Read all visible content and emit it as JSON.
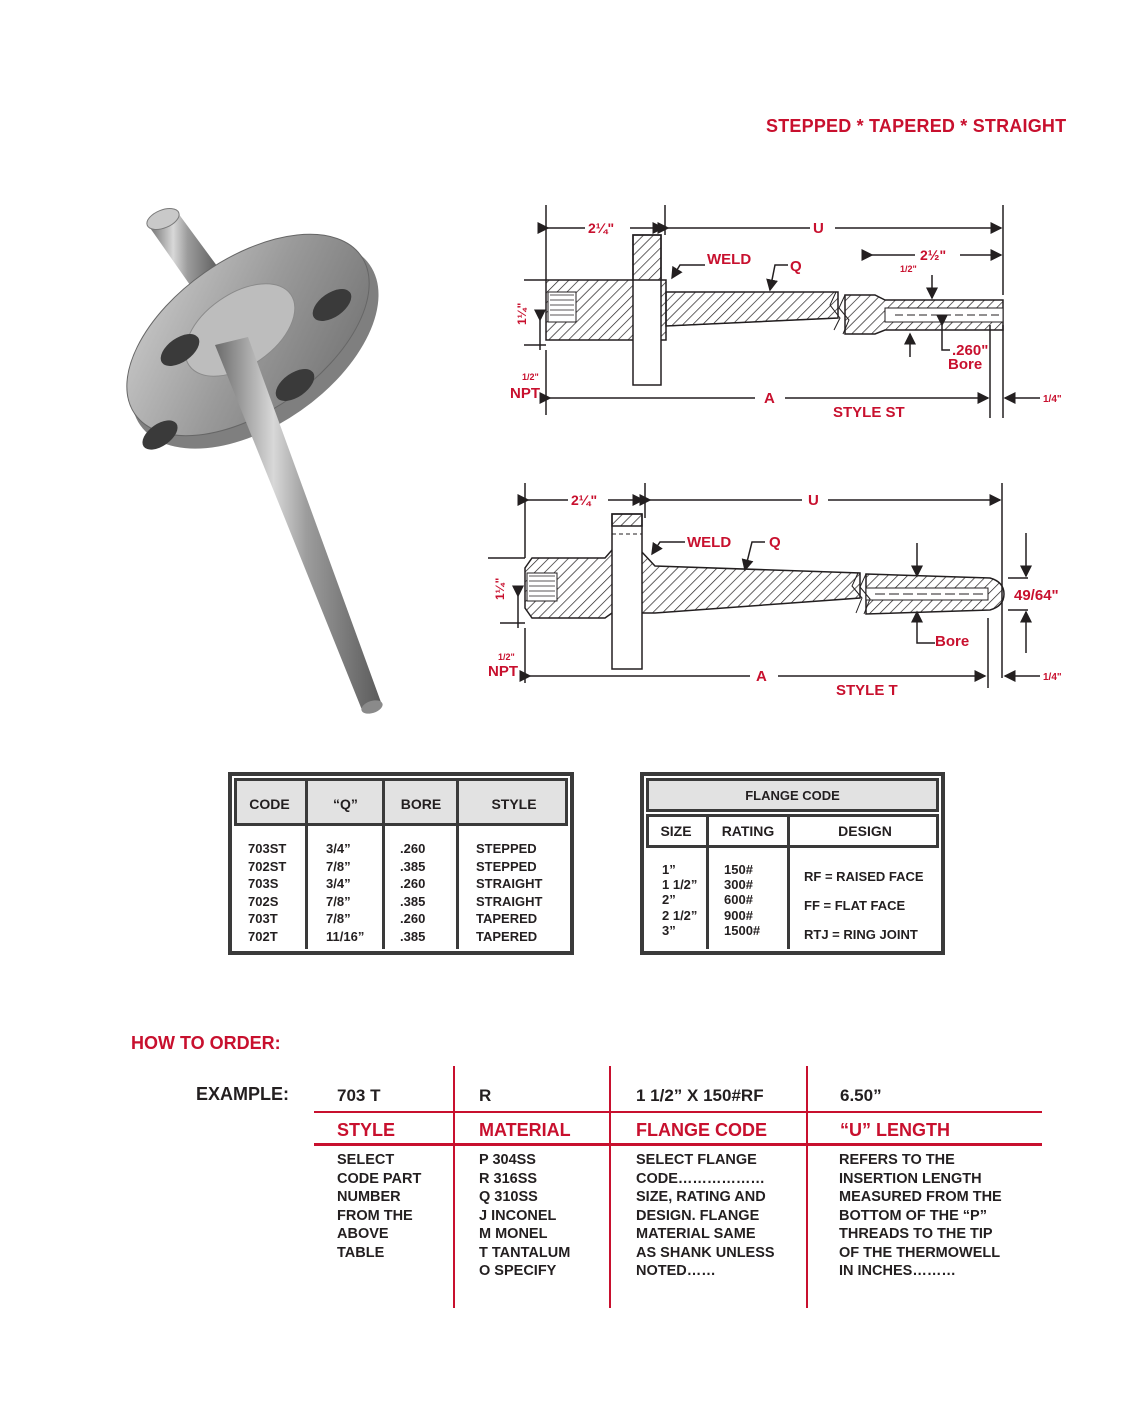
{
  "header": {
    "tagline": "STEPPED * TAPERED * STRAIGHT"
  },
  "photo": {
    "subject": "flanged thermowell"
  },
  "diagram_st": {
    "dim_flange": "2¼\"",
    "dim_u": "U",
    "dim_tip": "2½\"",
    "dim_half": "1/2\"",
    "dim_shank": "1¼\"",
    "label_weld": "WELD",
    "label_q": "Q",
    "label_bore_val": ".260\"",
    "label_bore": "Bore",
    "label_npt_size": "1/2\"",
    "label_npt": "NPT",
    "label_a": "A",
    "label_quarter": "1/4\"",
    "style": "STYLE ST"
  },
  "diagram_t": {
    "dim_flange": "2¼\"",
    "dim_u": "U",
    "dim_shank": "1¼\"",
    "label_weld": "WELD",
    "label_q": "Q",
    "label_tip": "49/64\"",
    "label_bore": "Bore",
    "label_npt_size": "1/2\"",
    "label_npt": "NPT",
    "label_a": "A",
    "label_quarter": "1/4\"",
    "style": "STYLE  T"
  },
  "code_table": {
    "headers": [
      "CODE",
      "“Q”",
      "BORE",
      "STYLE"
    ],
    "codes": [
      "703ST",
      "702ST",
      "703S",
      "702S",
      "703T",
      "702T"
    ],
    "q": [
      "3/4”",
      "7/8”",
      "3/4”",
      "7/8”",
      "7/8”",
      "11/16”"
    ],
    "bore": [
      ".260",
      ".385",
      ".260",
      ".385",
      ".260",
      ".385"
    ],
    "style": [
      "STEPPED",
      "STEPPED",
      "STRAIGHT",
      "STRAIGHT",
      "TAPERED",
      "TAPERED"
    ]
  },
  "flange_table": {
    "title": "FLANGE CODE",
    "headers": [
      "SIZE",
      "RATING",
      "DESIGN"
    ],
    "sizes": [
      "1”",
      "1 1/2”",
      "2”",
      "2 1/2”",
      "3”"
    ],
    "ratings": [
      "150#",
      "300#",
      "600#",
      "900#",
      "1500#"
    ],
    "designs": [
      "RF = RAISED FACE",
      "FF = FLAT FACE",
      "RTJ = RING JOINT"
    ]
  },
  "order": {
    "title": "HOW TO ORDER:",
    "example_label": "EXAMPLE:",
    "example_values": [
      "703 T",
      "R",
      "1 1/2” X 150#RF",
      "6.50”"
    ],
    "headings": [
      "STYLE",
      "MATERIAL",
      "FLANGE CODE",
      "“U” LENGTH"
    ],
    "style_desc": [
      "SELECT",
      "CODE PART",
      "NUMBER",
      "FROM THE",
      "ABOVE",
      "TABLE"
    ],
    "material_desc": [
      "P  304SS",
      "R  316SS",
      "Q  310SS",
      "J   INCONEL",
      "M  MONEL",
      "T  TANTALUM",
      "O  SPECIFY"
    ],
    "flange_desc": [
      "SELECT FLANGE",
      "CODE………………",
      "SIZE, RATING AND",
      "DESIGN. FLANGE",
      "MATERIAL SAME",
      "AS SHANK UNLESS",
      "NOTED……"
    ],
    "ulength_desc": [
      "REFERS TO THE",
      "INSERTION LENGTH",
      "MEASURED FROM THE",
      "BOTTOM OF THE “P”",
      "THREADS TO THE TIP",
      "OF THE THERMOWELL",
      "IN INCHES………"
    ]
  },
  "colors": {
    "accent": "#c8102e",
    "border": "#3a3a3a",
    "header_fill": "#e2e2e2"
  }
}
